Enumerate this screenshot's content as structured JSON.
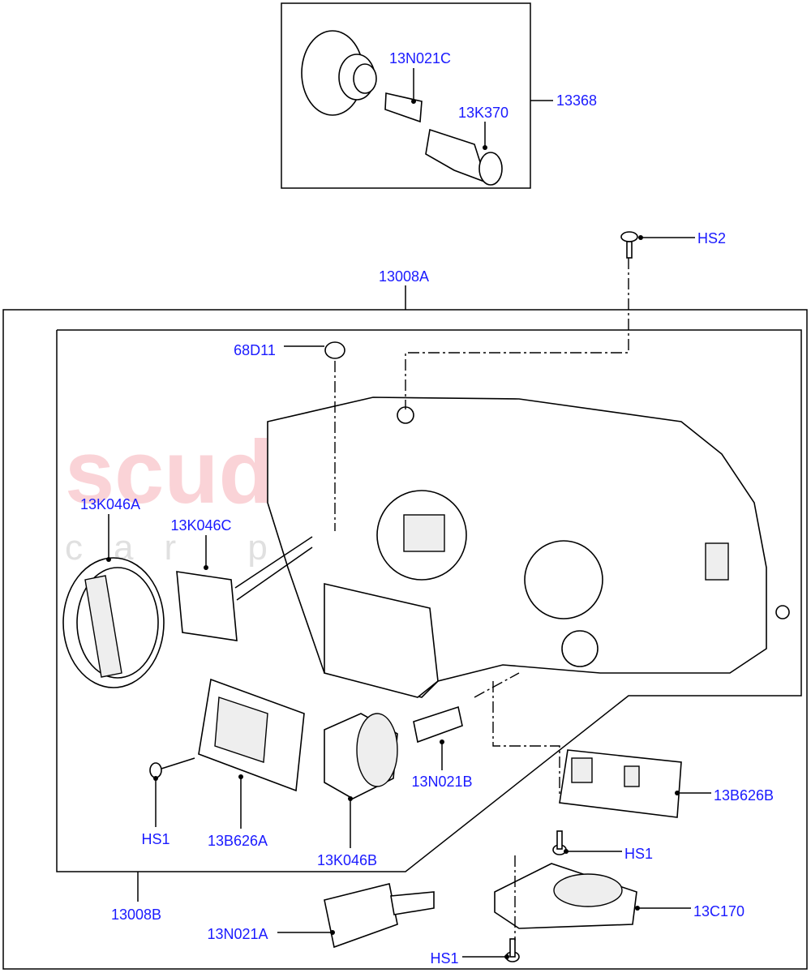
{
  "watermark": {
    "main": "scuderia",
    "sub": "car parts"
  },
  "labels": {
    "bulb_holder_kit": "13368",
    "bulb_c": "13N021C",
    "socket": "13K370",
    "screw_hs2": "HS2",
    "headlamp_assembly": "13008A",
    "cap": "68D11",
    "cover_a": "13K046A",
    "cover_c": "13K046C",
    "bulb_b": "13N021B",
    "module_b": "13B626B",
    "screw_hs1_left": "HS1",
    "module_a": "13B626A",
    "cover_b": "13K046B",
    "screw_hs1_right": "HS1",
    "headlamp_body": "13008B",
    "bulb_a": "13N021A",
    "ballast": "13C170",
    "screw_hs1_bottom": "HS1"
  },
  "colors": {
    "label": "#1a1aff",
    "line": "#000000"
  }
}
